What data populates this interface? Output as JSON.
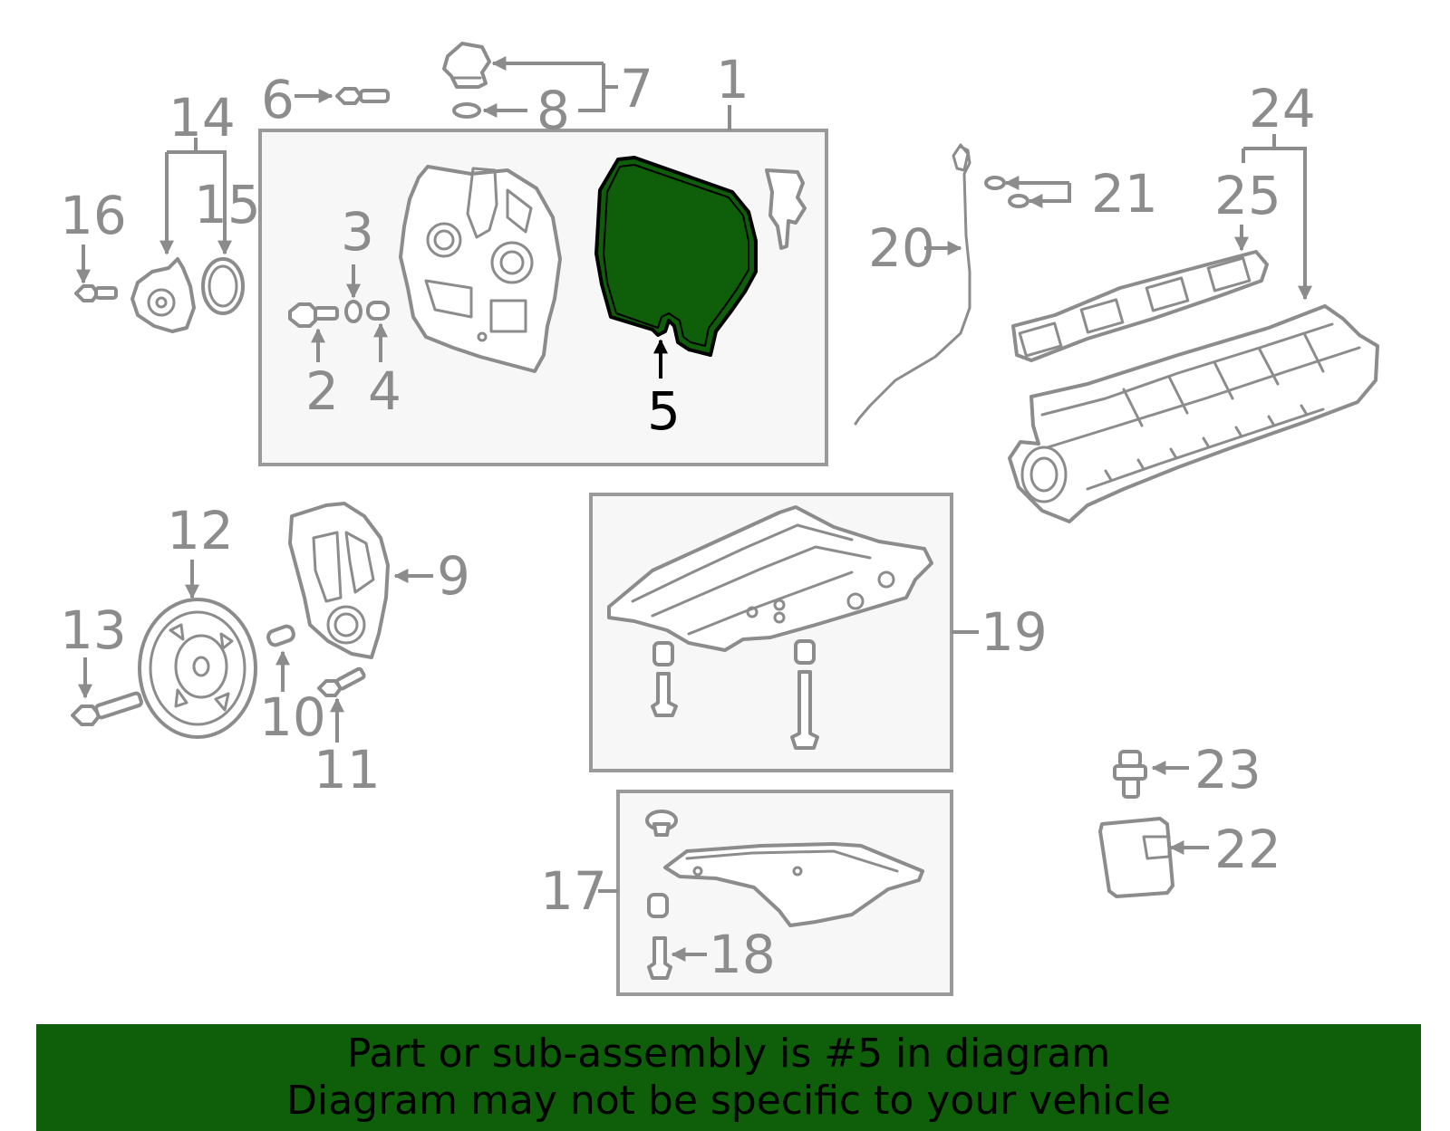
{
  "colors": {
    "highlight_fill": "#0f5e0a",
    "outline": "#8c8c8c",
    "box_background": "#f7f7f7",
    "banner_background": "#0f5e0a",
    "banner_text": "#000000"
  },
  "diagram": {
    "highlighted_part": "5",
    "callouts": {
      "c1": "1",
      "c2": "2",
      "c3": "3",
      "c4": "4",
      "c5": "5",
      "c6": "6",
      "c7": "7",
      "c8": "8",
      "c9": "9",
      "c10": "10",
      "c11": "11",
      "c12": "12",
      "c13": "13",
      "c14": "14",
      "c15": "15",
      "c16": "16",
      "c17": "17",
      "c18": "18",
      "c19": "19",
      "c20": "20",
      "c21": "21",
      "c22": "22",
      "c23": "23",
      "c24": "24",
      "c25": "25"
    }
  },
  "banner": {
    "line1": "Part or sub-assembly is #5 in diagram",
    "line2": "Diagram may not be specific to your vehicle"
  }
}
